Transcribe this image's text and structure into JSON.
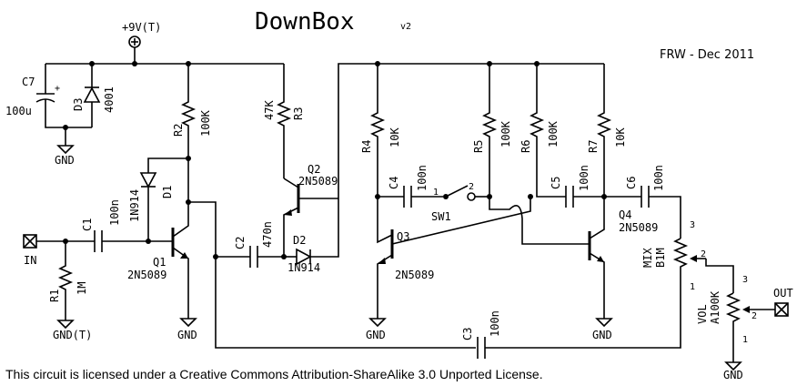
{
  "title": "DownBox",
  "version": "v2",
  "author": "FRW - Dec 2011",
  "license": "This circuit is licensed under a Creative Commons Attribution-ShareAlike 3.0 Unported License.",
  "labels": {
    "supply": "+9V(T)",
    "c7": "C7",
    "c7_val": "100u",
    "d3": "D3",
    "d3_val": "4001",
    "gnd": "GND",
    "gnd_t": "GND(T)",
    "r2": "R2",
    "r2_val": "100K",
    "r3": "R3",
    "r3_val": "47K",
    "d1": "D1",
    "d1_val": "1N914",
    "c1": "C1",
    "c1_val": "100n",
    "in": "IN",
    "r1": "R1",
    "r1_val": "1M",
    "q1": "Q1",
    "q1_val": "2N5089",
    "q2": "Q2",
    "q2_val": "2N5089",
    "c2": "C2",
    "c2_val": "470n",
    "d2": "D2",
    "d2_val": "1N914",
    "r4": "R4",
    "r4_val": "10K",
    "c4": "C4",
    "c4_val": "100n",
    "sw1": "SW1",
    "sw1_pin1": "1",
    "sw1_pin2": "2",
    "q3": "Q3",
    "q3_val": "2N5089",
    "r5": "R5",
    "r5_val": "100K",
    "r6": "R6",
    "r6_val": "100K",
    "r7": "R7",
    "r7_val": "10K",
    "c5": "C5",
    "c5_val": "100n",
    "c6": "C6",
    "c6_val": "100n",
    "q4": "Q4",
    "q4_val": "2N5089",
    "mix": "MIX",
    "mix_val": "B1M",
    "vol": "VOL",
    "vol_val": "A100K",
    "pot_pin1": "1",
    "pot_pin2": "2",
    "pot_pin3": "3",
    "out": "OUT",
    "c3": "C3",
    "c3_val": "100n"
  }
}
